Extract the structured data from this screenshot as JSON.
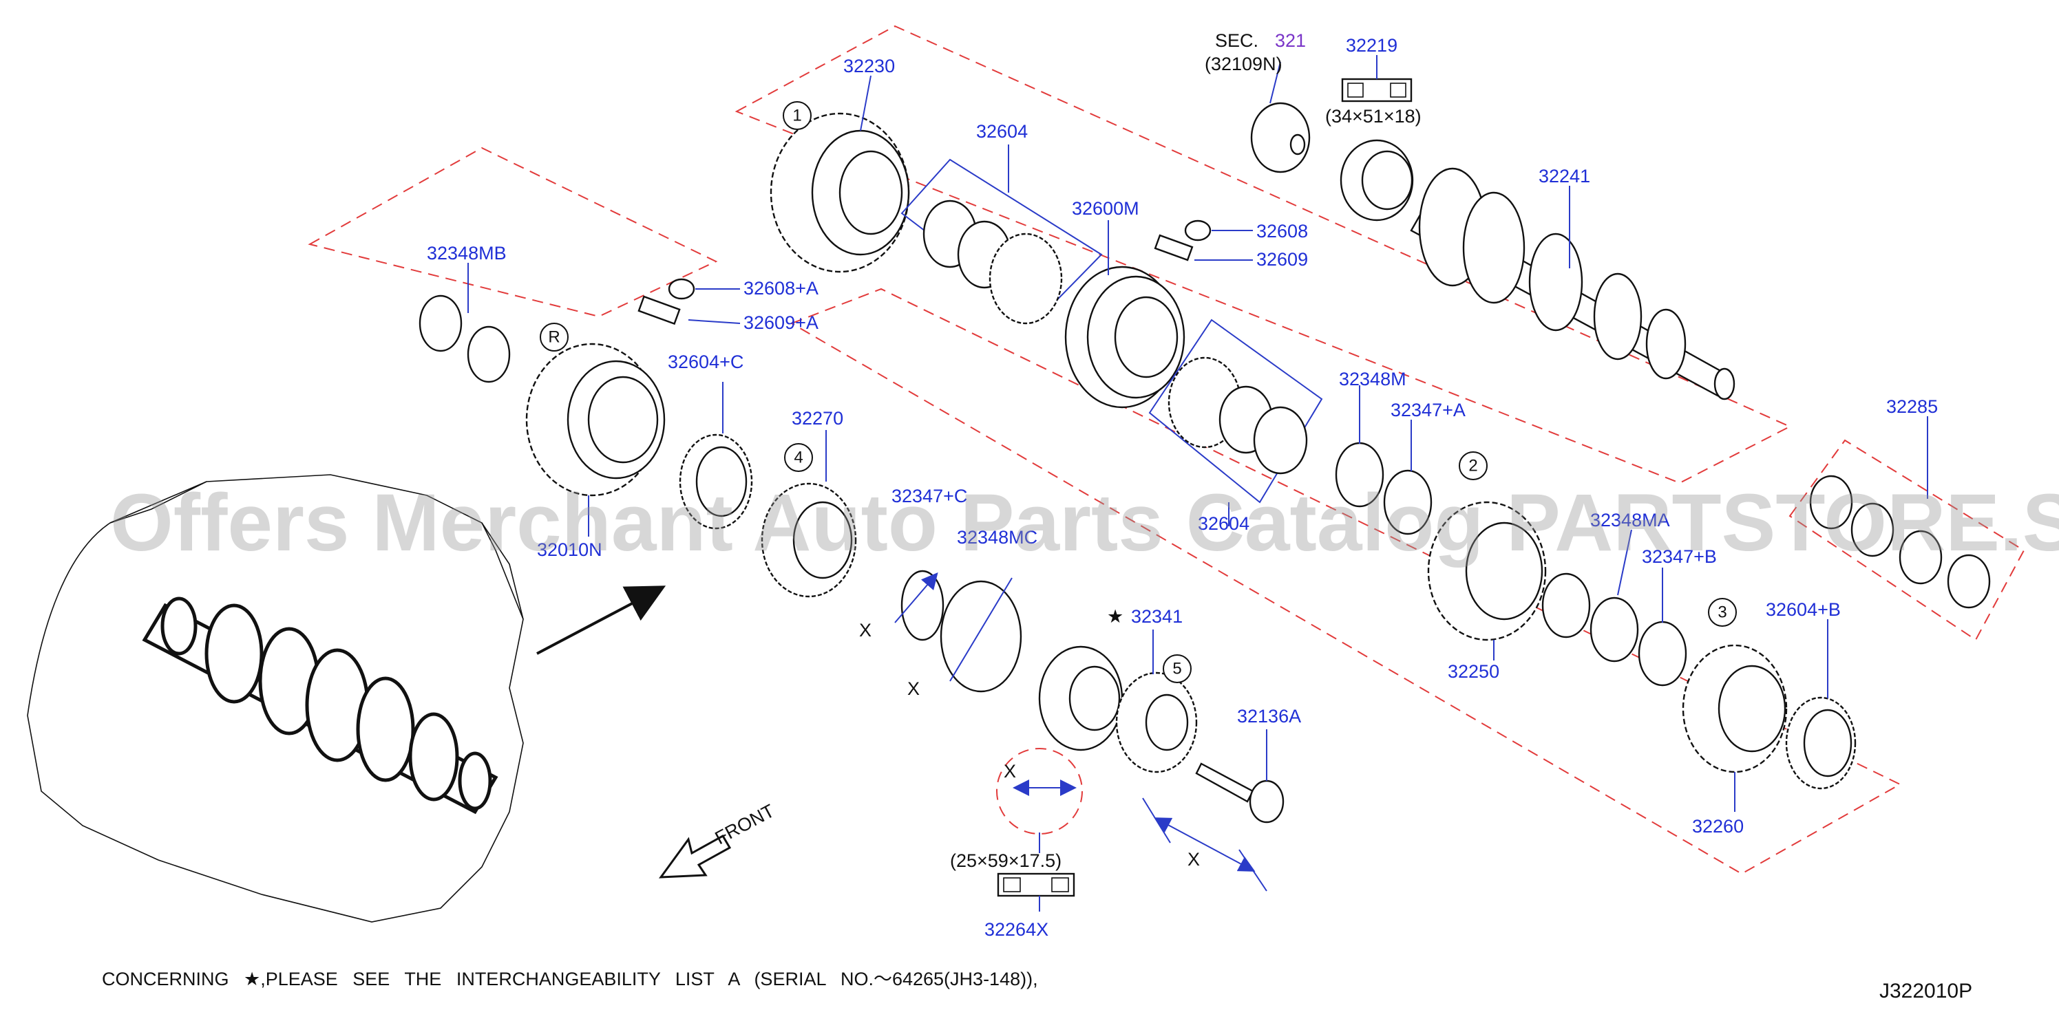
{
  "diagram": {
    "code": "J322010P",
    "footnote": "CONCERNING ★,PLEASE SEE THE INTERCHANGEABILITY LIST A (SERIAL NO.～64265(JH3-148)),",
    "watermark": "Offers Merchant Auto Parts Catalog PARTSTORE.SA",
    "front_label": "FRONT",
    "sec_ref": {
      "sec": "SEC.",
      "num": "321",
      "sub": "(32109N)"
    },
    "dimensions": {
      "bearing_32219": "(34×51×18)",
      "bearing_32264X": "(25×59×17.5)"
    },
    "x_marker": "X",
    "circled": [
      "1",
      "2",
      "3",
      "4",
      "5",
      "R"
    ],
    "parts": [
      "32230",
      "32604",
      "32600M",
      "32608",
      "32609",
      "32219",
      "32241",
      "32348MB",
      "32608+A",
      "32609+A",
      "32604+C",
      "32270",
      "32010N",
      "32348M",
      "32347+A",
      "32285",
      "32604",
      "32347+C",
      "32348MC",
      "32348MA",
      "32347+B",
      "32604+B",
      "32250",
      "32341",
      "32136A",
      "32260",
      "32264X"
    ],
    "star": "★"
  },
  "colors": {
    "label": "#1f2fd6",
    "leader": "#2a3bc8",
    "group_dash": "#e23b3b",
    "ink": "#111111"
  }
}
